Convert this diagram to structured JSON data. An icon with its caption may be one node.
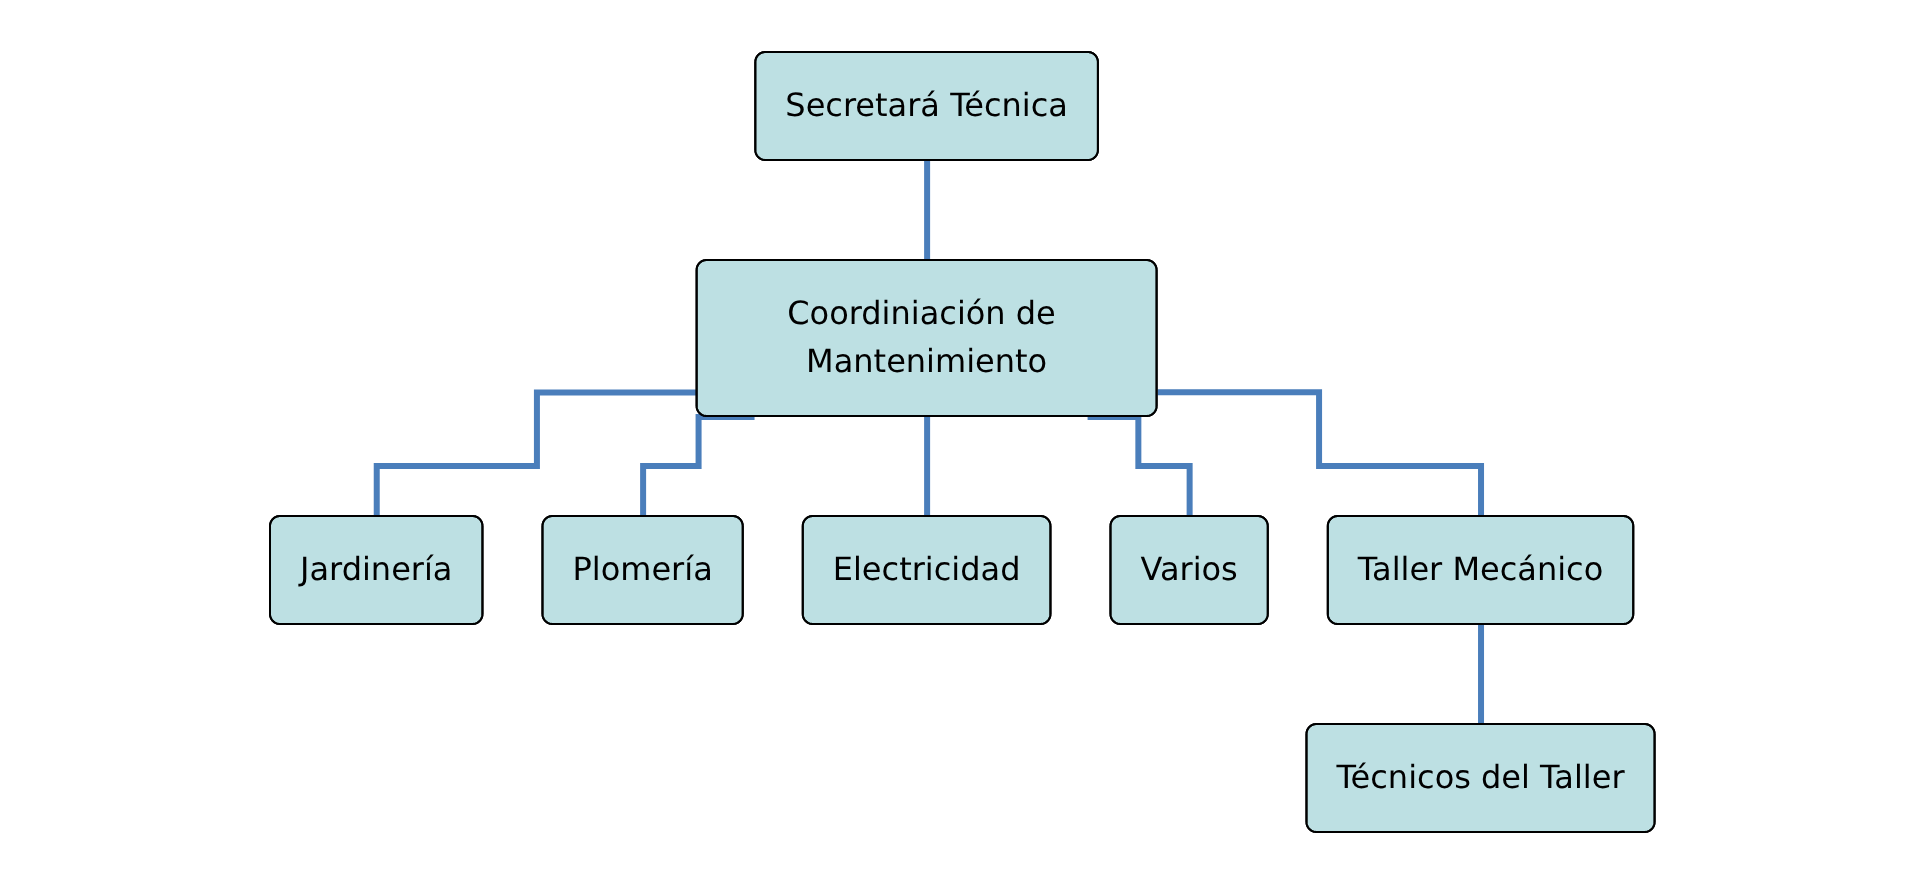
{
  "diagram": {
    "nodes": [
      {
        "text": [
          "Secretará Técnica"
        ]
      },
      {
        "text": [
          "Coordiniación de Mantenimiento"
        ]
      },
      {
        "text": [
          "Jardinería"
        ]
      },
      {
        "text": [
          "Plomería"
        ]
      },
      {
        "text": [
          "Electricidad"
        ]
      },
      {
        "text": [
          "Varios"
        ]
      },
      {
        "text": [
          "Taller Mecánico"
        ]
      },
      {
        "text": [
          "Técnicos del Taller"
        ]
      }
    ],
    "edges": [
      {
        "from": 0,
        "to": 1,
        "arrow": "none"
      },
      {
        "from": 1,
        "to": 2,
        "arrow": "none"
      },
      {
        "from": 1,
        "to": 3,
        "arrow": "none"
      },
      {
        "from": 1,
        "to": 4,
        "arrow": "none"
      },
      {
        "from": 1,
        "to": 5,
        "arrow": "none"
      },
      {
        "from": 1,
        "to": 6,
        "arrow": "none"
      },
      {
        "from": 6,
        "to": 7,
        "arrow": "none"
      }
    ]
  }
}
